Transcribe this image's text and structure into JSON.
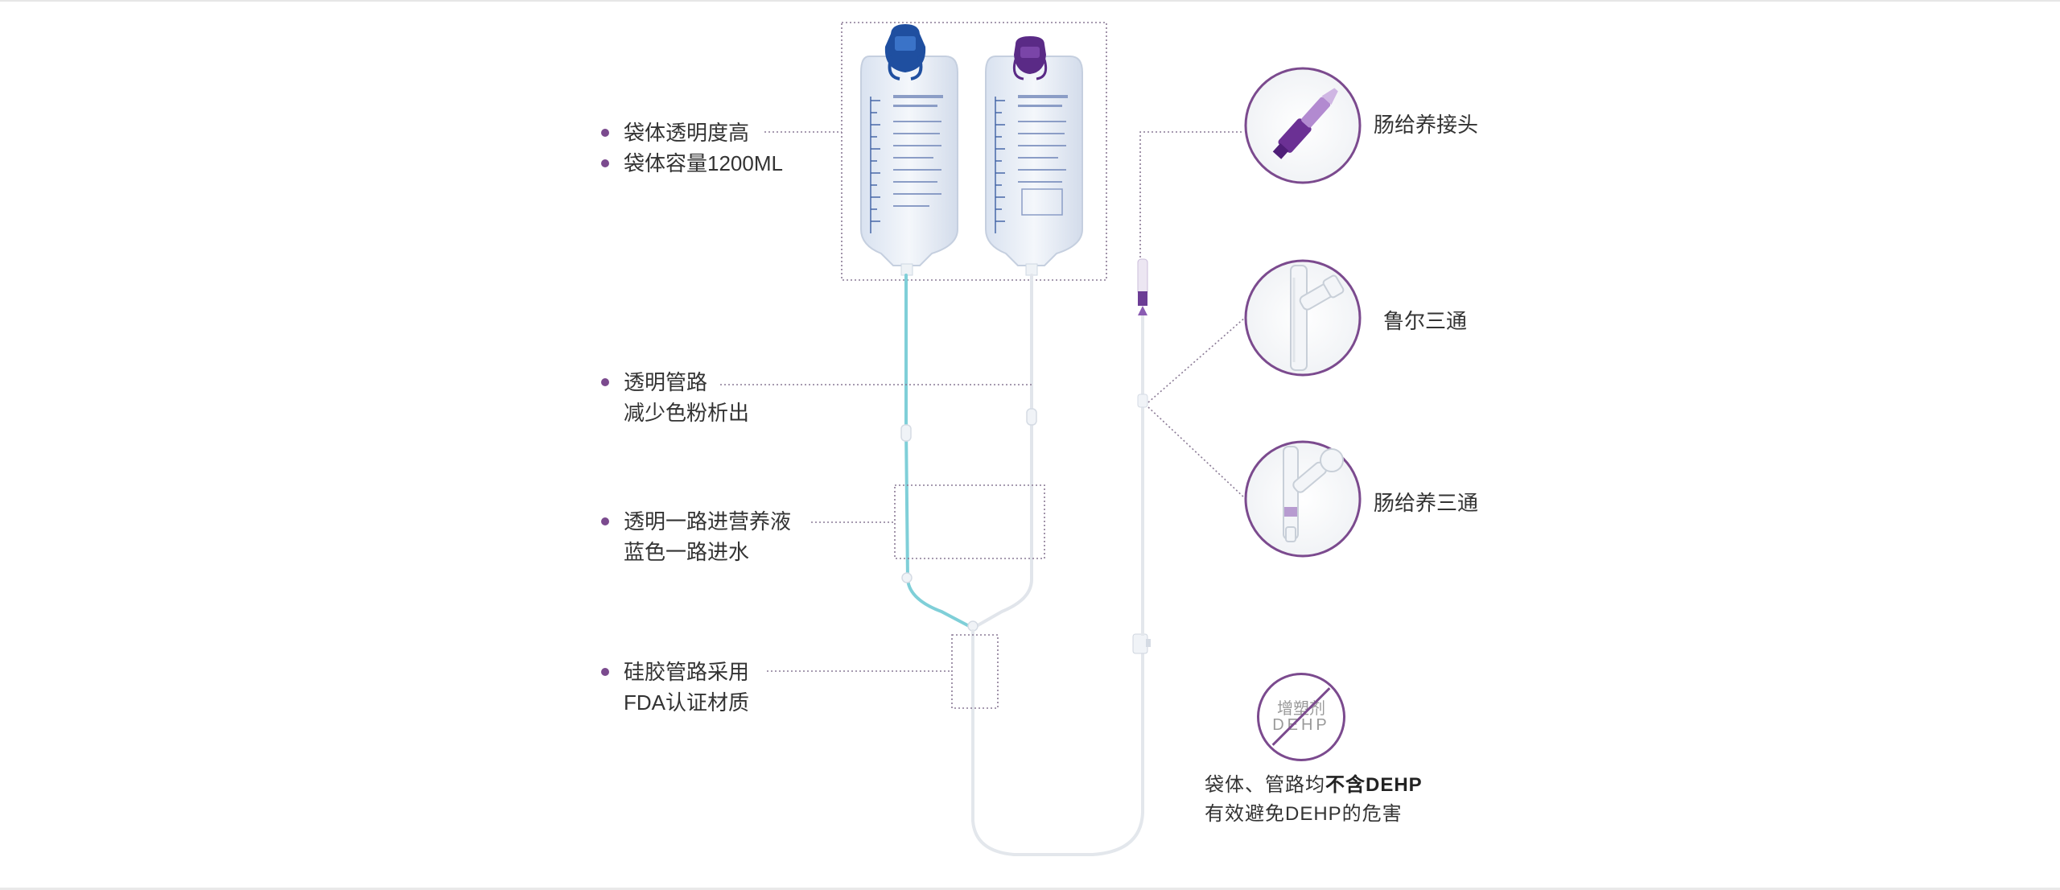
{
  "colors": {
    "accent_purple": "#7b4a8e",
    "bullet": "#7b4a8e",
    "blue_tube": "#7fcfd8",
    "clear_tube": "#e4e8ee",
    "dotted_line": "#8a7a95",
    "text": "#333333"
  },
  "features": {
    "bag": [
      "袋体透明度高",
      "袋体容量1200ML"
    ],
    "tube_line1": "透明管路",
    "tube_line2": "减少色粉析出",
    "dual_line1": "透明一路进营养液",
    "dual_line2": "蓝色一路进水",
    "silicone_line1": "硅胶管路采用",
    "silicone_line2": "FDA认证材质"
  },
  "connectors": {
    "feeding_connector": "肠给养接头",
    "luer_tee": "鲁尔三通",
    "feeding_tee": "肠给养三通"
  },
  "dehp": {
    "badge_line1": "增塑剂",
    "badge_line2": "DEHP",
    "note_prefix": "袋体、管路均",
    "note_bold": "不含DEHP",
    "note_line2": "有效避免DEHP的危害"
  },
  "icons": [
    "nutrition-bag-blue-cap",
    "nutrition-bag-purple-cap",
    "connector-zoom",
    "luer-tee-zoom",
    "feeding-tee-zoom",
    "no-dehp-icon"
  ]
}
